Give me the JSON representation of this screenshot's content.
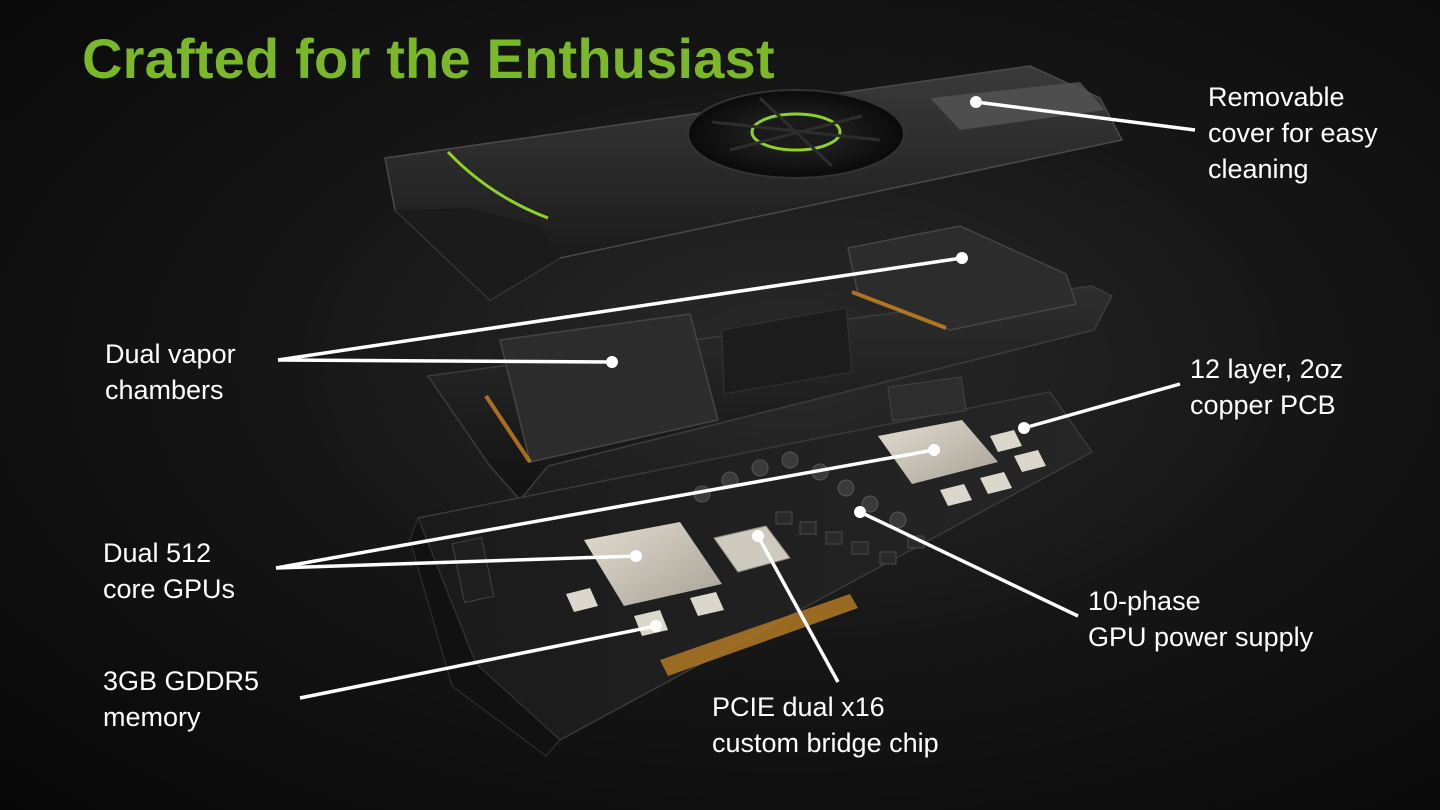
{
  "slide": {
    "title": "Crafted for the Enthusiast",
    "accent_color": "#7ab829",
    "background_color": "#0b0b0b",
    "label_color": "#ffffff"
  },
  "callouts": [
    {
      "id": "cover",
      "lines": [
        "Removable",
        "cover for easy",
        "cleaning"
      ]
    },
    {
      "id": "vapor",
      "lines": [
        "Dual vapor",
        "chambers"
      ]
    },
    {
      "id": "pcb",
      "lines": [
        "12 layer, 2oz",
        "copper PCB"
      ]
    },
    {
      "id": "gpus",
      "lines": [
        "Dual 512",
        "core GPUs"
      ]
    },
    {
      "id": "phase",
      "lines": [
        "10-phase",
        "GPU power supply"
      ]
    },
    {
      "id": "memory",
      "lines": [
        "3GB GDDR5",
        "memory"
      ]
    },
    {
      "id": "bridge",
      "lines": [
        "PCIE dual x16",
        "custom bridge chip"
      ]
    }
  ]
}
